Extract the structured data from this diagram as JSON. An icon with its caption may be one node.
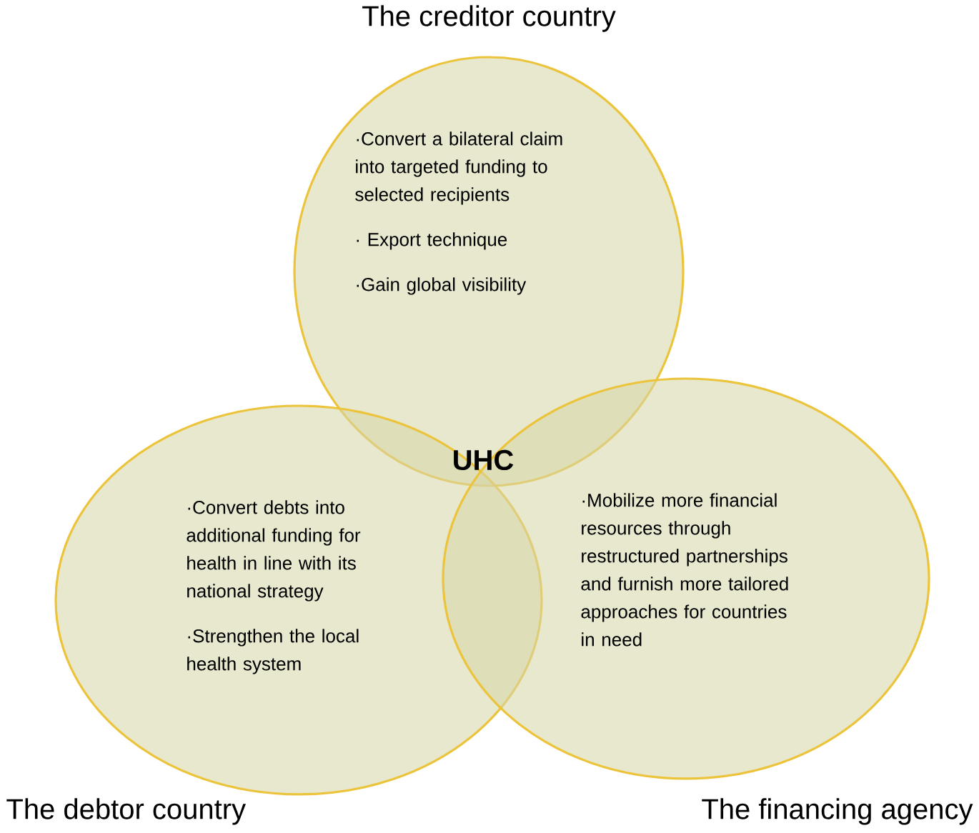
{
  "diagram": {
    "nodes": [
      {
        "text": [
          "The creditor country",
          "·Convert a bilateral claim into targeted funding to selected recipients",
          "· Export technique",
          "·Gain global visibility"
        ]
      },
      {
        "text": [
          "·Convert debts into additional funding for health in line with its national strategy",
          "·Strengthen the local health system",
          "The debtor country"
        ]
      },
      {
        "text": [
          "·Mobilize more financial resources through restructured partnerships and furnish more tailored approaches for countries in need",
          "The financing agency"
        ]
      }
    ],
    "edges": [],
    "labels": [
      "UHC"
    ]
  }
}
